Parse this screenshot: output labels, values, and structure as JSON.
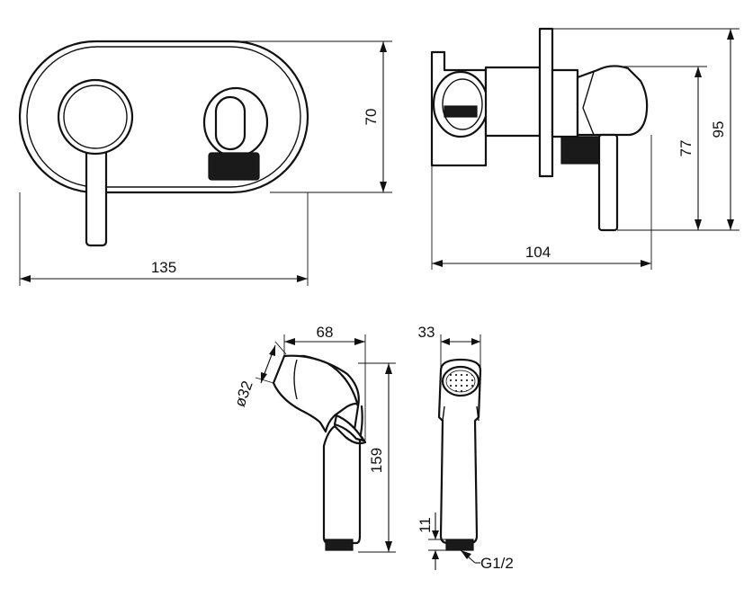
{
  "dimensions": {
    "front_width": "135",
    "front_height": "70",
    "side_depth": "104",
    "side_height_77": "77",
    "side_height_95": "95",
    "handshower_width": "68",
    "handshower_head_diameter": "ø32",
    "handshower_length": "159",
    "handshower_side_width": "33",
    "thread_length": "11",
    "thread_size": "G1/2"
  },
  "colors": {
    "line": "#111111",
    "background": "#ffffff"
  }
}
